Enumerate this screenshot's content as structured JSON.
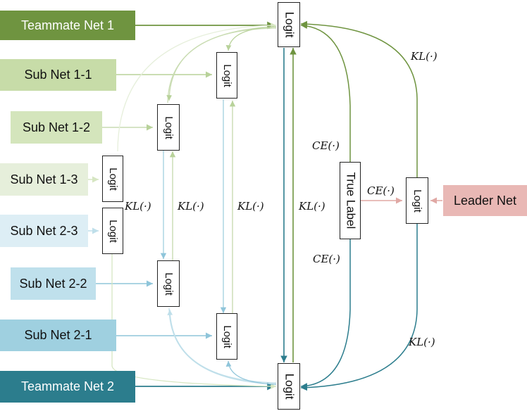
{
  "nets": {
    "teammate1": "Teammate Net 1",
    "sub11": "Sub Net 1-1",
    "sub12": "Sub Net 1-2",
    "sub13": "Sub Net 1-3",
    "sub23": "Sub Net 2-3",
    "sub22": "Sub Net 2-2",
    "sub21": "Sub Net 2-1",
    "teammate2": "Teammate Net 2",
    "leader": "Leader Net"
  },
  "logit": "Logit",
  "true_label": "True Label",
  "loss": {
    "kl": "KL(·)",
    "ce": "CE(·)"
  },
  "colors": {
    "teammate1": "#6f9440",
    "sub11": "#c7dca8",
    "sub12": "#d4e5bc",
    "sub13": "#e6efdb",
    "sub23": "#ddeef5",
    "sub22": "#bfe0ec",
    "sub21": "#9fd0e0",
    "teammate2": "#2c7d8d",
    "leader": "#e9b8b5"
  }
}
